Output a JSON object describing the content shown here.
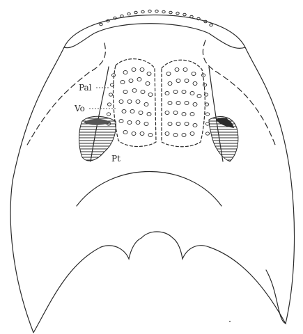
{
  "figure": {
    "labels": {
      "palatine": "Pal",
      "vomer": "Vo",
      "pterygoid": "Pt"
    },
    "ink_color": "#2a2a2a",
    "background_color": "#ffffff"
  }
}
